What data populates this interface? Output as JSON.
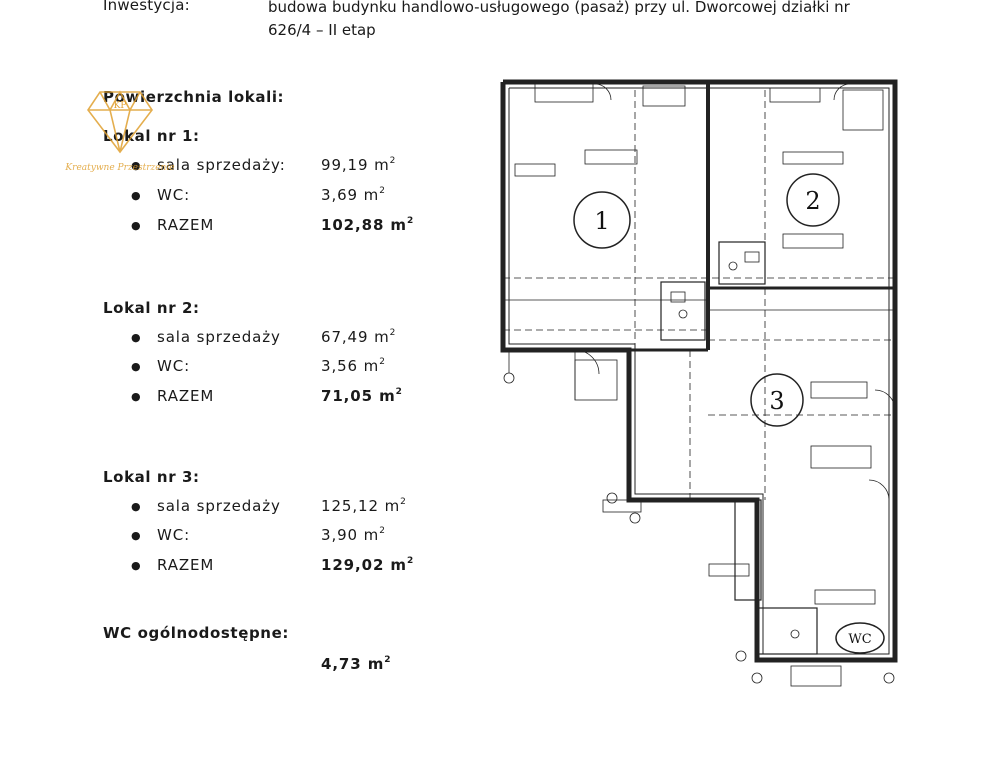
{
  "header": {
    "label": "Inwestycja:",
    "text": "budowa budynku handlowo-usługowego (pasaż) przy ul. Dworcowej działki nr 626/4 – II etap"
  },
  "section_title": "Powierzchnia lokali:",
  "unit_suffix": "m",
  "unit_exp": "2",
  "units": [
    {
      "title": "Lokal nr 1:",
      "rows": [
        {
          "label": "sala sprzedaży:",
          "value": "99,19"
        },
        {
          "label": "WC:",
          "value": "3,69"
        },
        {
          "label": "RAZEM",
          "value": "102,88"
        }
      ]
    },
    {
      "title": "Lokal nr 2:",
      "rows": [
        {
          "label": "sala sprzedaży",
          "value": "67,49"
        },
        {
          "label": "WC:",
          "value": "3,56"
        },
        {
          "label": "RAZEM",
          "value": "71,05"
        }
      ]
    },
    {
      "title": "Lokal nr 3:",
      "rows": [
        {
          "label": "sala sprzedaży",
          "value": "125,12"
        },
        {
          "label": "WC:",
          "value": "3,90"
        },
        {
          "label": "RAZEM",
          "value": "129,02"
        }
      ]
    }
  ],
  "public_wc": {
    "title": "WC ogólnodostępne:",
    "value": "4,73"
  },
  "floor_plan": {
    "unit_labels": [
      "1",
      "2",
      "3"
    ],
    "wc_label": "WC"
  },
  "logo": {
    "monogram": "KP",
    "caption": "Kreatywne Przestrzenie",
    "color": "#e0a030"
  }
}
